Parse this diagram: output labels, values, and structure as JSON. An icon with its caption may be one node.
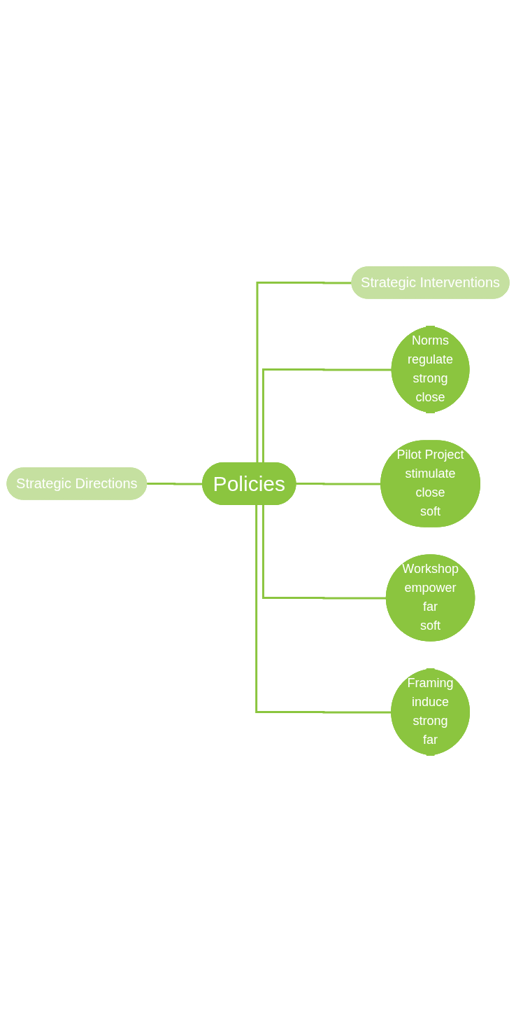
{
  "diagram": {
    "nodes": [
      {
        "text": [
          "Strategic Directions"
        ]
      },
      {
        "text": [
          "Policies"
        ]
      },
      {
        "text": [
          "Strategic Interventions"
        ]
      },
      {
        "text": [
          "Norms",
          "regulate",
          "strong",
          "close"
        ]
      },
      {
        "text": [
          "Pilot Project",
          "stimulate",
          "close",
          "soft"
        ]
      },
      {
        "text": [
          "Workshop",
          "empower",
          "far",
          "soft"
        ]
      },
      {
        "text": [
          "Framing",
          "induce",
          "strong",
          "far"
        ]
      }
    ],
    "edges": [
      {
        "from": 0,
        "to": 1,
        "arrow": "none"
      },
      {
        "from": 1,
        "to": 2,
        "arrow": "none"
      },
      {
        "from": 1,
        "to": 3,
        "arrow": "none"
      },
      {
        "from": 1,
        "to": 4,
        "arrow": "none"
      },
      {
        "from": 1,
        "to": 5,
        "arrow": "none"
      },
      {
        "from": 1,
        "to": 6,
        "arrow": "none"
      }
    ]
  }
}
